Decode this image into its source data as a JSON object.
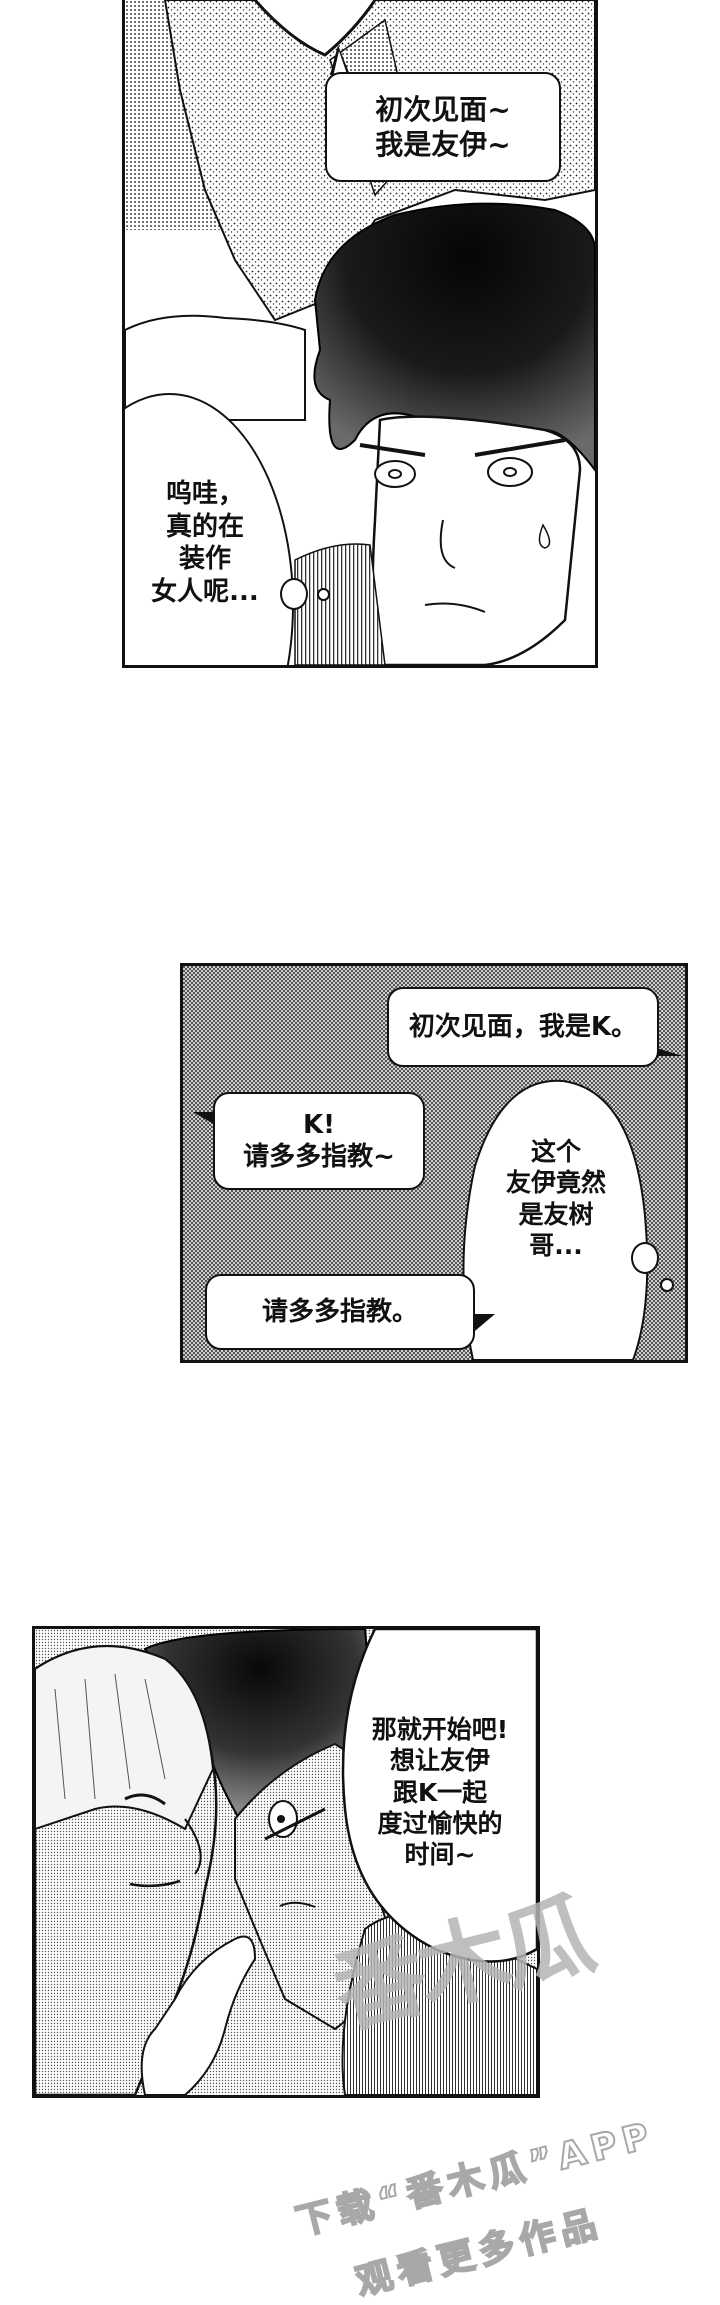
{
  "page": {
    "background": "#ffffff",
    "ink": "#111111",
    "screentone": "#8a8a8a"
  },
  "panels": [
    {
      "id": "panel-1",
      "scene": "Dark-haired man looking up, startled and sweating, in front of a figure in a patterned jacket",
      "bubbles": [
        {
          "type": "speech",
          "lines": [
            "初次见面~",
            "我是友伊~"
          ]
        },
        {
          "type": "thought",
          "lines": [
            "呜哇，",
            "真的在",
            "装作",
            "女人呢..."
          ]
        }
      ]
    },
    {
      "id": "panel-2",
      "scene": "Screentone background with dialogue exchange",
      "bubbles": [
        {
          "type": "speech",
          "lines": [
            "初次见面，我是K。"
          ]
        },
        {
          "type": "speech",
          "lines": [
            "K!",
            "请多多指教~"
          ]
        },
        {
          "type": "thought",
          "lines": [
            "这个",
            "友伊竟然",
            "是友树",
            "哥..."
          ]
        },
        {
          "type": "speech",
          "lines": [
            "请多多指教。"
          ]
        }
      ]
    },
    {
      "id": "panel-3",
      "scene": "Light-haired character touching dark-haired man's chin, smiling",
      "bubbles": [
        {
          "type": "speech",
          "lines": [
            "那就开始吧!",
            "想让友伊",
            "跟K一起",
            "度过愉快的",
            "时间~"
          ]
        }
      ]
    }
  ],
  "watermark": {
    "logo": "番木瓜",
    "line1": "下载“番木瓜”APP",
    "line2": "观看更多作品",
    "color": "#a8a8a8"
  }
}
